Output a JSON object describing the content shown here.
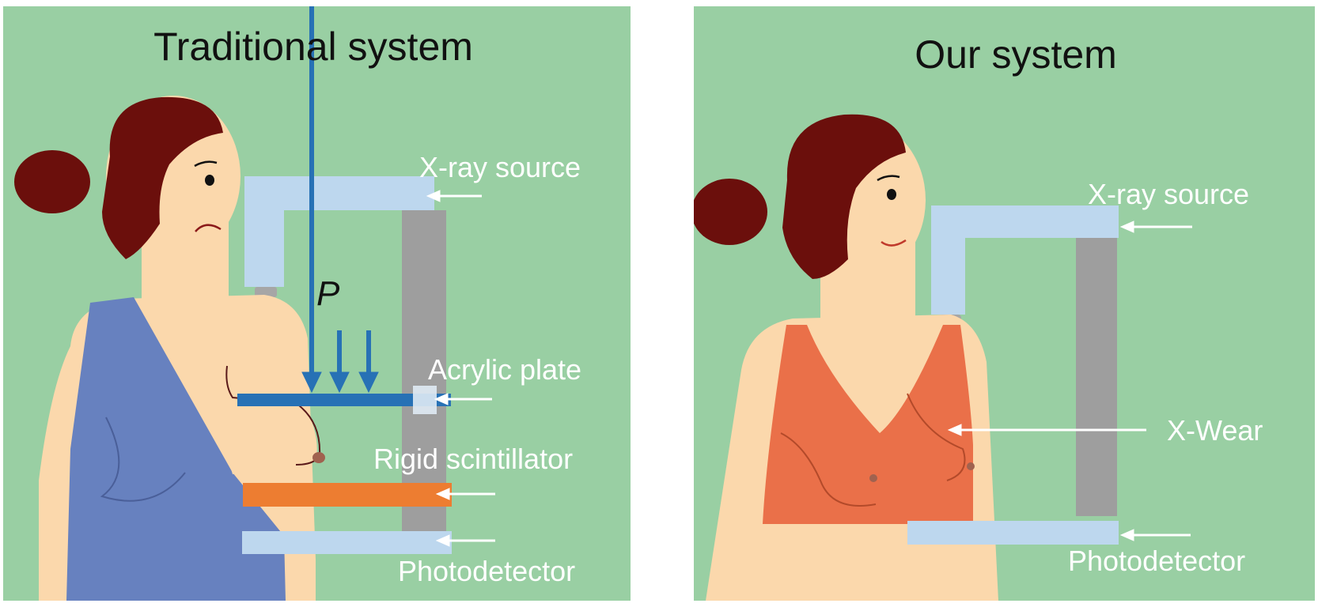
{
  "left_panel": {
    "title": "Traditional system",
    "force_label": "P",
    "labels": {
      "xray_source": "X-ray source",
      "acrylic_plate": "Acrylic plate",
      "rigid_scintillator": "Rigid scintillator",
      "photodetector": "Photodetector"
    }
  },
  "right_panel": {
    "title": "Our system",
    "labels": {
      "xray_source": "X-ray source",
      "xwear": "X-Wear",
      "photodetector": "Photodetector"
    }
  },
  "colors": {
    "background": "#99cfa3",
    "skin": "#fbd8ac",
    "hair": "#6b0f0c",
    "gown": "#6781bf",
    "bra": "#ea7049",
    "xray_unit": "#bdd7ee",
    "column": "#9e9e9e",
    "acrylic_plate": "#2771b5",
    "scintillator": "#ed7d31",
    "arrow": "#ffffff",
    "force_arrow": "#2771b5"
  }
}
